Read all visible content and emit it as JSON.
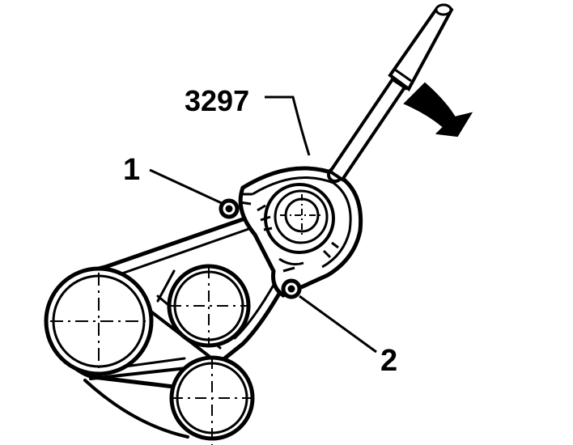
{
  "diagram": {
    "labels": {
      "tool_number": "3297",
      "callout_1": "1",
      "callout_2": "2"
    },
    "colors": {
      "ink": "#000000",
      "paper": "#ffffff"
    }
  }
}
